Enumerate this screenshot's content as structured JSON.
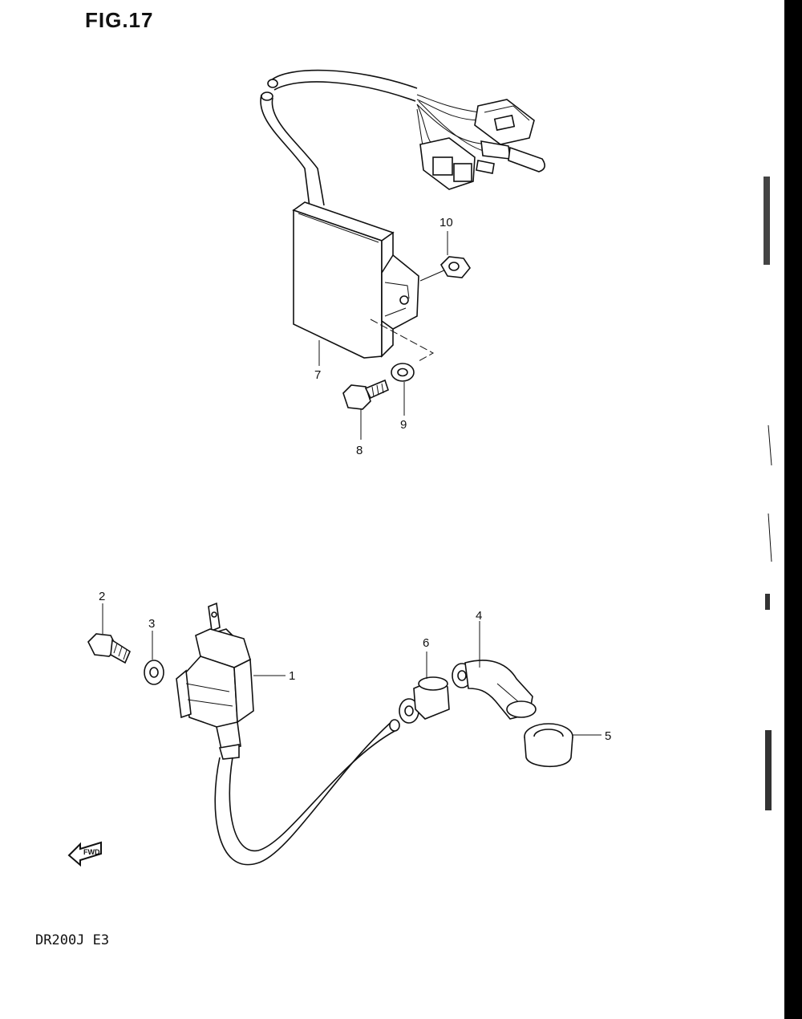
{
  "figure": {
    "title": "FIG.17",
    "model_code": "DR200J  E3",
    "fwd_marker": "FWD"
  },
  "parts": [
    {
      "number": "1",
      "name": "ignition-coil"
    },
    {
      "number": "2",
      "name": "coil-bolt"
    },
    {
      "number": "3",
      "name": "coil-washer"
    },
    {
      "number": "4",
      "name": "spark-plug-cap"
    },
    {
      "number": "5",
      "name": "plug-cap-seal"
    },
    {
      "number": "6",
      "name": "high-tension-cord-cap"
    },
    {
      "number": "7",
      "name": "cdi-unit"
    },
    {
      "number": "8",
      "name": "cdi-bolt"
    },
    {
      "number": "9",
      "name": "cdi-washer"
    },
    {
      "number": "10",
      "name": "cdi-nut"
    }
  ],
  "colors": {
    "ink": "#111111",
    "paper": "#ffffff"
  }
}
